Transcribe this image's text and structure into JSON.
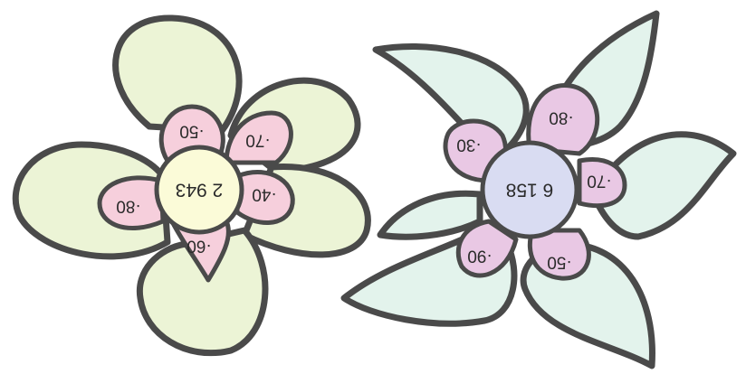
{
  "colors": {
    "left_petal": "#ecf4d6",
    "left_inner_petal": "#f6cfdc",
    "left_center": "#fbfbd8",
    "right_petal": "#e3f3ec",
    "right_inner_petal": "#e9c8e4",
    "right_center": "#d9dcf2",
    "outline": "#4a4a4a"
  },
  "flower_left": {
    "center": "2 943",
    "multipliers": [
      "·50",
      "·70",
      "·40",
      "·60",
      "·80"
    ]
  },
  "flower_right": {
    "center": "6 158",
    "multipliers": [
      "·80",
      "·70",
      "·50",
      "·90",
      "·30"
    ]
  }
}
